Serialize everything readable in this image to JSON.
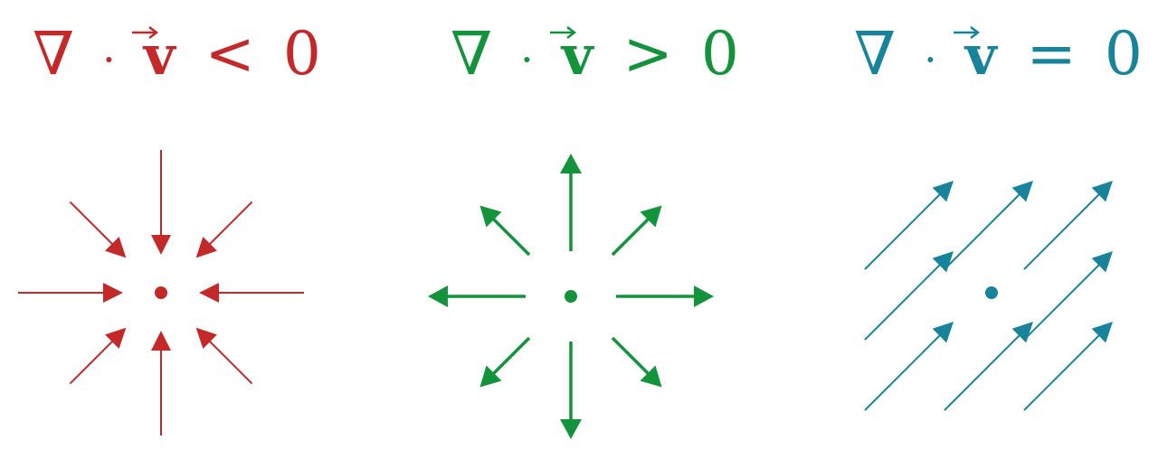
{
  "panels": [
    {
      "id": "convergence",
      "label": {
        "nabla": "∇",
        "dot": "·",
        "vec": "v",
        "relation": "<",
        "value": "0"
      },
      "color": "#c42828",
      "field": "sink"
    },
    {
      "id": "divergence",
      "label": {
        "nabla": "∇",
        "dot": "·",
        "vec": "v",
        "relation": ">",
        "value": "0"
      },
      "color": "#13933c",
      "field": "source"
    },
    {
      "id": "solenoidal",
      "label": {
        "nabla": "∇",
        "dot": "·",
        "vec": "v",
        "relation": "=",
        "value": "0"
      },
      "color": "#17849b",
      "field": "uniform"
    }
  ]
}
